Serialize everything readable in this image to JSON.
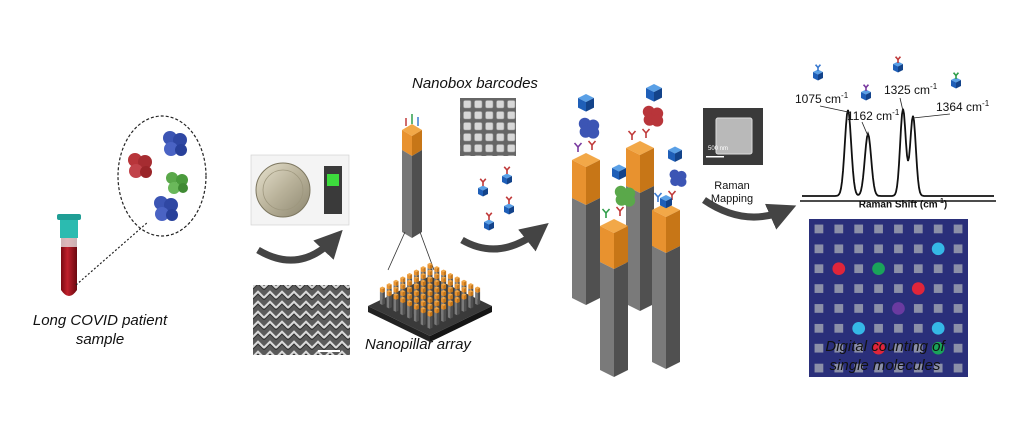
{
  "labels": {
    "patient_line1": "Long COVID patient",
    "patient_line2": "sample",
    "nanobox": "Nanobox barcodes",
    "nanopillar": "Nanopillar array",
    "raman_line1": "Raman",
    "raman_line2": "Mapping",
    "counting_line1": "Digital counting of",
    "counting_line2": "single molecules",
    "scale_bar": "500 nm"
  },
  "spectrum": {
    "xlabel": "Raman Shift (cm",
    "xlabel_sup": "-1",
    "xlabel_end": ")",
    "unit": "cm",
    "unit_sup": "-1",
    "peaks": [
      {
        "value": "1075"
      },
      {
        "value": "1162"
      },
      {
        "value": "1325"
      },
      {
        "value": "1364"
      }
    ]
  },
  "colors": {
    "protein_red": "#b8353a",
    "protein_blue": "#3c55b4",
    "protein_green": "#5aa84a",
    "pillar_orange": "#e8922f",
    "pillar_gray": "#6e6e6e",
    "tube_blood": "#a3101a",
    "tube_cap": "#2bbbb0",
    "grid_bg": "#2a2f7a",
    "dot_cyan": "#35b8e6",
    "dot_red": "#e0253a",
    "dot_green": "#1aa35a",
    "dot_purple": "#6a3aa0"
  },
  "grid": {
    "rows": 8,
    "cols": 8,
    "dots": [
      {
        "r": 1,
        "c": 6,
        "color": "cyan"
      },
      {
        "r": 2,
        "c": 1,
        "color": "red"
      },
      {
        "r": 2,
        "c": 3,
        "color": "green"
      },
      {
        "r": 3,
        "c": 5,
        "color": "red"
      },
      {
        "r": 4,
        "c": 4,
        "color": "purple"
      },
      {
        "r": 5,
        "c": 2,
        "color": "cyan"
      },
      {
        "r": 5,
        "c": 6,
        "color": "cyan"
      },
      {
        "r": 6,
        "c": 3,
        "color": "red"
      },
      {
        "r": 6,
        "c": 6,
        "color": "green"
      }
    ]
  }
}
